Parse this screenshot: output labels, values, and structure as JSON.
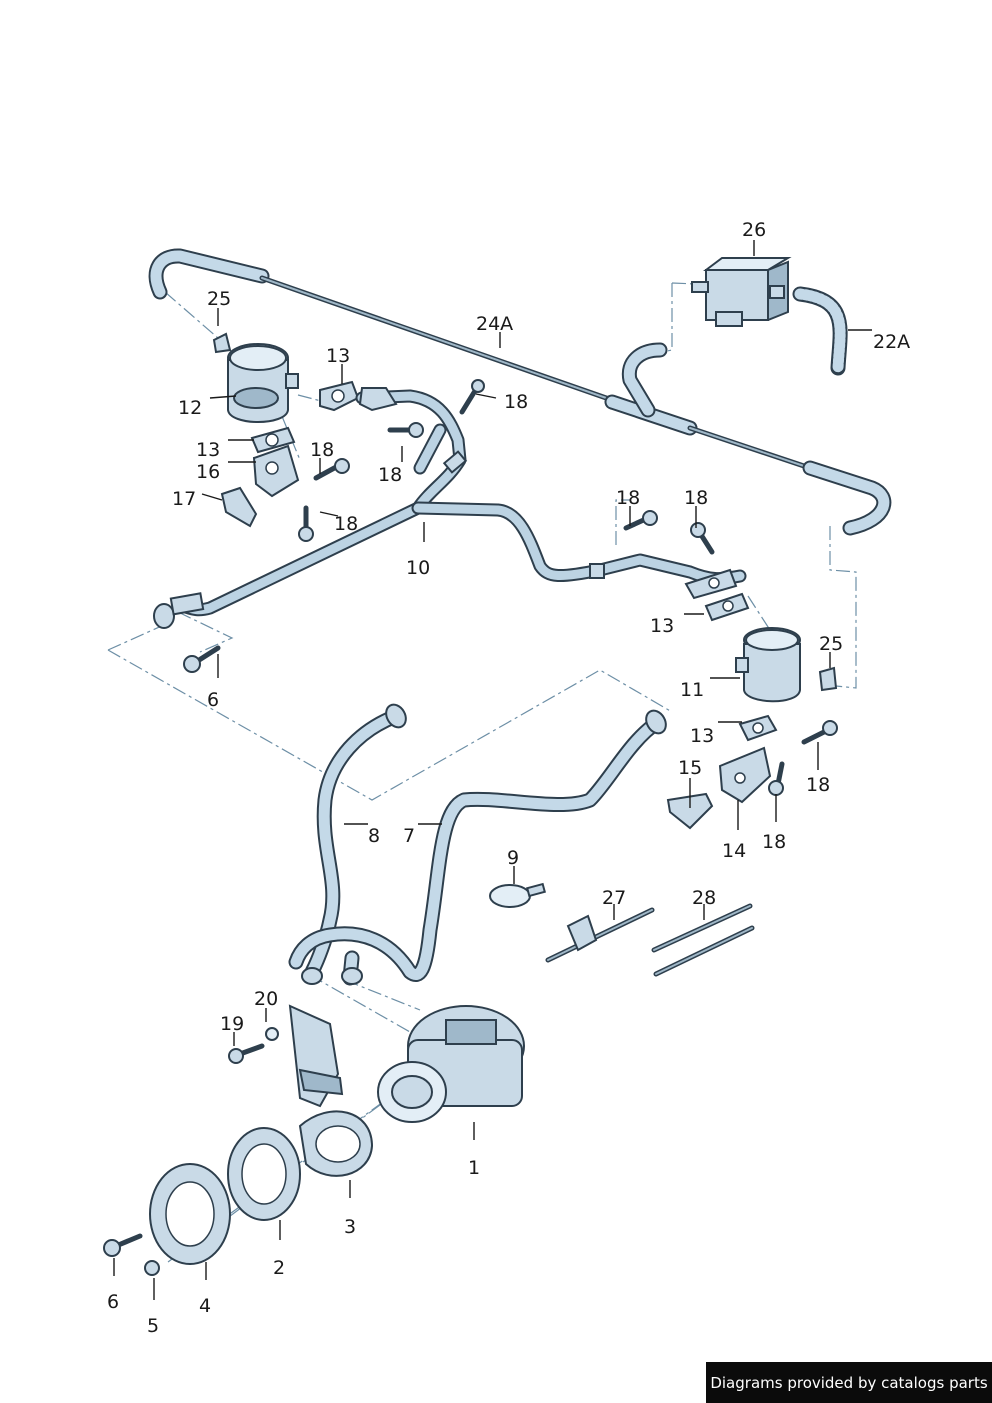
{
  "credit": "Diagrams provided by catalogs parts",
  "callouts": {
    "c1": "1",
    "c2": "2",
    "c3": "3",
    "c4": "4",
    "c5": "5",
    "c6a": "6",
    "c6b": "6",
    "c7": "7",
    "c8": "8",
    "c9": "9",
    "c10": "10",
    "c11": "11",
    "c12": "12",
    "c13a": "13",
    "c13b": "13",
    "c13c": "13",
    "c13d": "13",
    "c14": "14",
    "c15": "15",
    "c16": "16",
    "c17": "17",
    "c18a": "18",
    "c18b": "18",
    "c18c": "18",
    "c18d": "18",
    "c18e": "18",
    "c18f": "18",
    "c18g": "18",
    "c18h": "18",
    "c19": "19",
    "c20": "20",
    "c22a": "22A",
    "c24a": "24A",
    "c25a": "25",
    "c25b": "25",
    "c26": "26",
    "c27": "27",
    "c28": "28"
  }
}
